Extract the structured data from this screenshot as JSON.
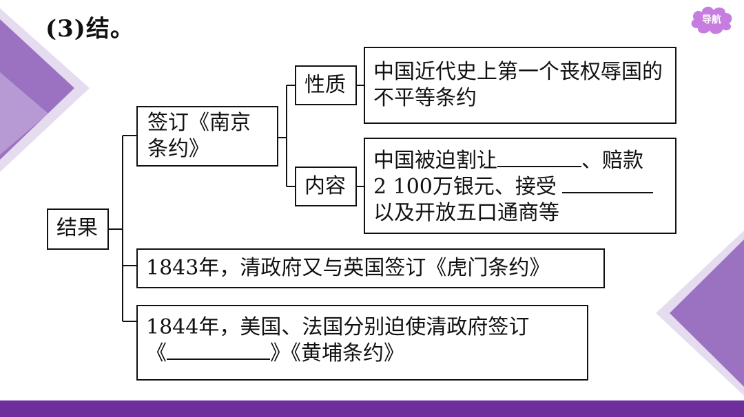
{
  "title": "(3)结。",
  "nav": {
    "label": "导航"
  },
  "diagram": {
    "root": "结果",
    "treaty": "签订《南京条约》",
    "nature_label": "性质",
    "nature_text": "中国近代史上第一个丧权辱国的不平等条约",
    "content_label": "内容",
    "content_line1_a": "中国被迫割让",
    "content_line1_b": "、赔款",
    "content_line2_a": "2 100万银元、接受",
    "content_line3": "以及开放五口通商等",
    "item_1843": "1843年，清政府又与英国签订《虎门条约》",
    "item_1844_line1": "1844年，美国、法国分别迫使清政府签订",
    "item_1844_open": "《",
    "item_1844_close": "》《黄埔条约》"
  },
  "colors": {
    "accent_purple": "#6e2f9c",
    "deco_light": "#c9b4dd",
    "deco_mid": "#9b72c2",
    "nav_cloud": "#c77ce0"
  }
}
